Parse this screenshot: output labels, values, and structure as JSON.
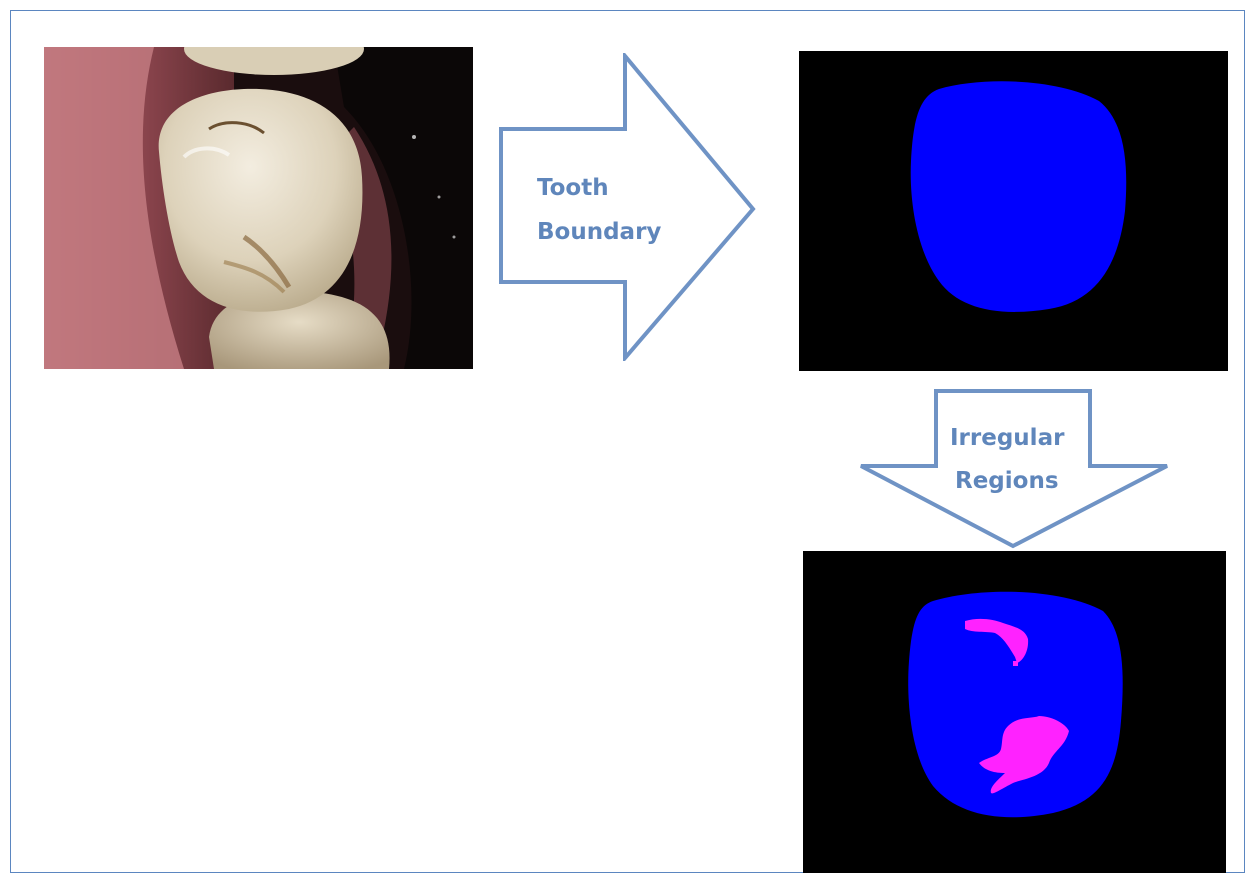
{
  "arrows": {
    "right": {
      "line1": "Tooth",
      "line2": "Boundary"
    },
    "down": {
      "line1": "Irregular",
      "line2": "Regions"
    }
  },
  "colors": {
    "arrow_stroke": "#6f93c5",
    "arrow_text": "#5f86bb",
    "mask_background": "#000000",
    "tooth_region": "#0000ff",
    "irregular_region": "#ff22ff"
  }
}
